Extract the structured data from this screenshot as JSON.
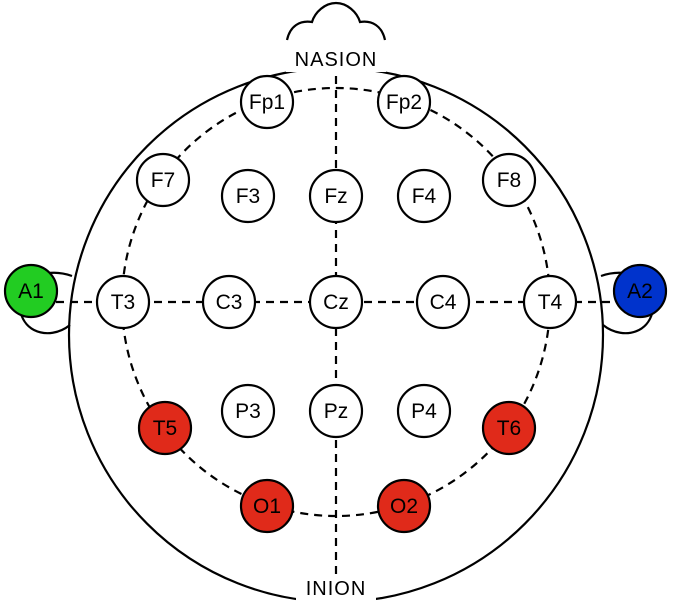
{
  "labels": {
    "nasion": "NASION",
    "inion": "INION"
  },
  "colors": {
    "reference_left": "#22cc22",
    "reference_right": "#0033cc",
    "highlight": "#e02a1a",
    "default": "#ffffff",
    "stroke": "#000000"
  },
  "electrodes": [
    {
      "label": "Fp1",
      "group": "default"
    },
    {
      "label": "Fp2",
      "group": "default"
    },
    {
      "label": "F7",
      "group": "default"
    },
    {
      "label": "F3",
      "group": "default"
    },
    {
      "label": "Fz",
      "group": "default"
    },
    {
      "label": "F4",
      "group": "default"
    },
    {
      "label": "F8",
      "group": "default"
    },
    {
      "label": "A1",
      "group": "reference_left"
    },
    {
      "label": "T3",
      "group": "default"
    },
    {
      "label": "C3",
      "group": "default"
    },
    {
      "label": "Cz",
      "group": "default"
    },
    {
      "label": "C4",
      "group": "default"
    },
    {
      "label": "T4",
      "group": "default"
    },
    {
      "label": "A2",
      "group": "reference_right"
    },
    {
      "label": "T5",
      "group": "highlight"
    },
    {
      "label": "P3",
      "group": "default"
    },
    {
      "label": "Pz",
      "group": "default"
    },
    {
      "label": "P4",
      "group": "default"
    },
    {
      "label": "T6",
      "group": "highlight"
    },
    {
      "label": "O1",
      "group": "highlight"
    },
    {
      "label": "O2",
      "group": "highlight"
    }
  ]
}
